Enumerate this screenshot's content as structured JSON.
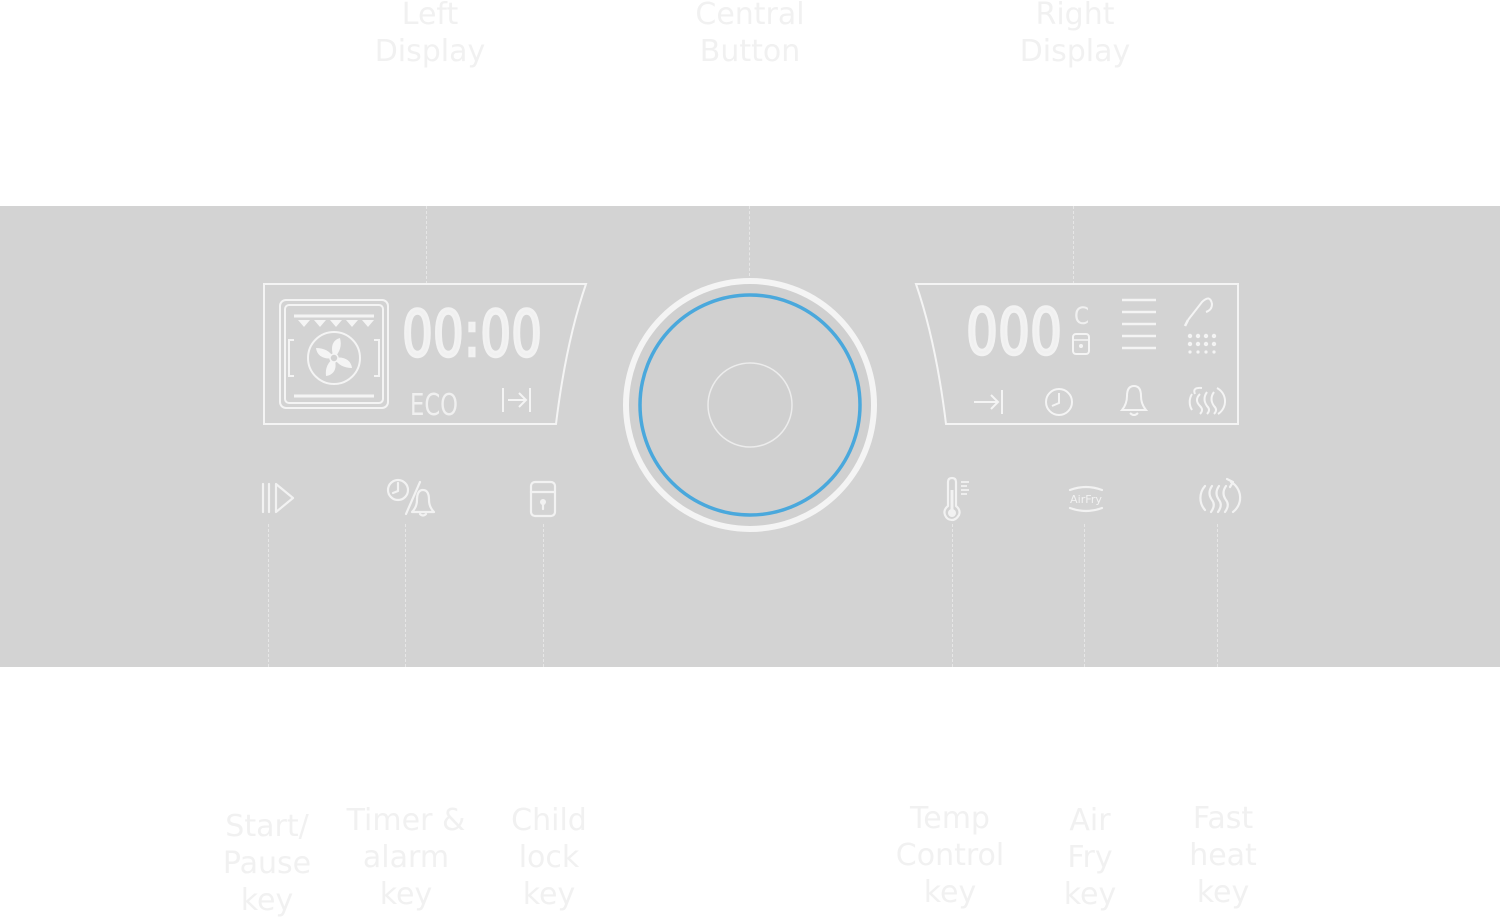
{
  "labels": {
    "left_display": [
      "Left",
      "Display"
    ],
    "central_button": [
      "Central",
      "Button"
    ],
    "right_display": [
      "Right",
      "Display"
    ],
    "start_pause_key": [
      "Start/",
      "Pause",
      "key"
    ],
    "timer_alarm_key": [
      "Timer &",
      "alarm",
      "key"
    ],
    "child_lock_key": [
      "Child",
      "lock",
      "key"
    ],
    "temp_control_key": [
      "Temp",
      "Control",
      "key"
    ],
    "air_fry_key": [
      "Air",
      "Fry",
      "key"
    ],
    "fast_heat_key": [
      "Fast",
      "heat",
      "key"
    ]
  },
  "left_display": {
    "time_readout": "00:00",
    "eco_label": "ECO"
  },
  "right_display": {
    "temp_readout": "000",
    "unit_label": "C"
  },
  "airfry_icon_text": "AirFry",
  "colors": {
    "panel": "#d3d3d3",
    "ring_accent": "#4aa8dc",
    "lcd_line": "#f4f4f4",
    "callout_text": "#f1f1f1"
  }
}
